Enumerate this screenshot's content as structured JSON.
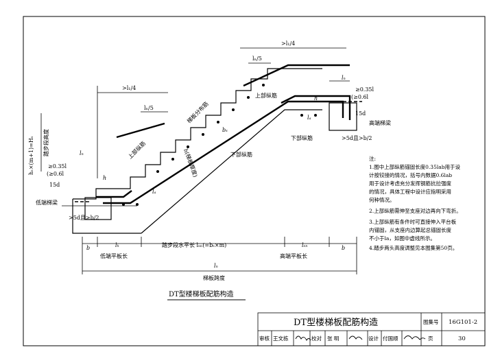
{
  "drawing": {
    "labels": {
      "l1_over_4": ">l₁/4",
      "ln_over_5": "lₙ/5",
      "top_bar_right": "上部纵筋",
      "top_bar_left": "上部纵筋",
      "dist_bar": "梯板分布筋",
      "bottom_bar_mid": "下部纵筋",
      "bottom_bar_right": "下部纵筋",
      "high_beam": "高端梯梁",
      "low_beam": "低端梯梁",
      "anchor_gt": ">5d且>b/2",
      "anchor_035_a": "≥0.35l",
      "anchor_035_b": "(≥0.6l",
      "sub_ab": "ab",
      "total_height": "hₛ×(m+1)=Hₛ",
      "step_height": "踏步段高度",
      "slab_thk": "h(梯板厚度)",
      "bs": "bₛ",
      "la": "lₐ",
      "ln": "lₙ",
      "h": "h",
      "b": "b",
      "d15": "15d",
      "low_plat": "低端平板长",
      "step_horiz": "踏步段水平长  lₛₙ(=bₛ×m)",
      "high_plat": "高端平板长",
      "span": "梯板跨度",
      "lsn": "lₛₙ",
      "lh": "lₕ",
      "l": "lₙ"
    },
    "caption": "DT型楼梯板配筋构造"
  },
  "notes": {
    "heading": "注:",
    "lines": [
      "1.图中上部纵筋锚固长度0.35lab用于设",
      "   计按铰接的情况，括号内数据0.6lab",
      "   用于设计考虑充分发挥钢筋抗拉强度",
      "   的情况，具体工程中设计应指明采用",
      "   何种情况。",
      "2.上部纵筋需伸至支座对边再向下弯折。",
      "3.上部纵筋有条件时可直接伸入平台板",
      "   内锚固，从支座内边算起总锚固长度",
      "   不小于la，如图中虚线所示。",
      "4.踏步两头高度调整见本图集第50页。"
    ]
  },
  "titleblock": {
    "title": "DT型楼梯板配筋构造",
    "atlas_label": "图集号",
    "atlas_no": "16G101-2",
    "page_label": "页",
    "page_no": "30",
    "review_label": "审核",
    "review_name": "王文栋",
    "check_label": "校对",
    "check_name": "张  明",
    "design_label": "设计",
    "design_name": "付国顺"
  }
}
